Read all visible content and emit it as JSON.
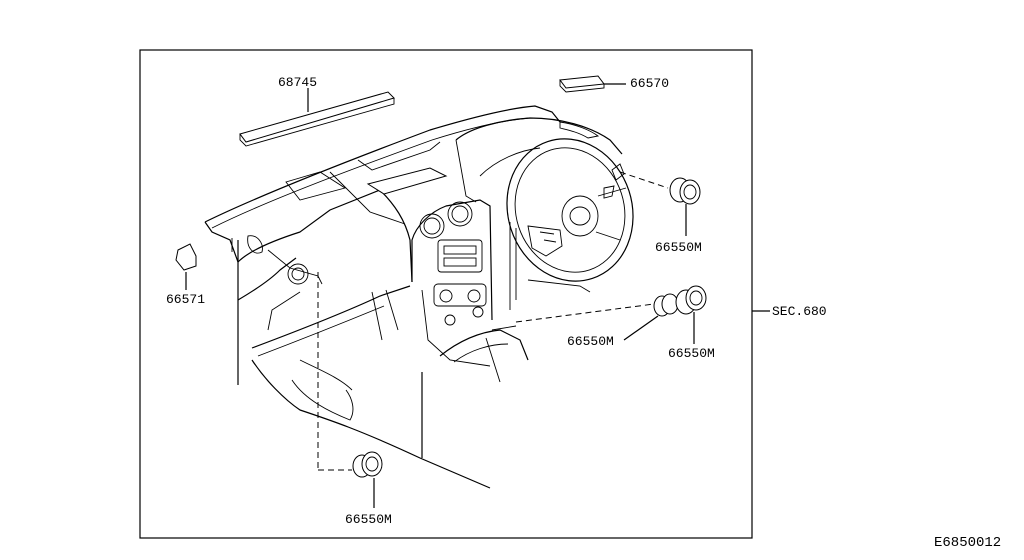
{
  "parts": {
    "p68745": "68745",
    "p66570": "66570",
    "p66571": "66571",
    "p66550m_a": "66550M",
    "p66550m_b": "66550M",
    "p66550m_c": "66550M",
    "p66550m_d": "66550M"
  },
  "section_ref": "SEC.680",
  "diagram_code": "E6850012"
}
